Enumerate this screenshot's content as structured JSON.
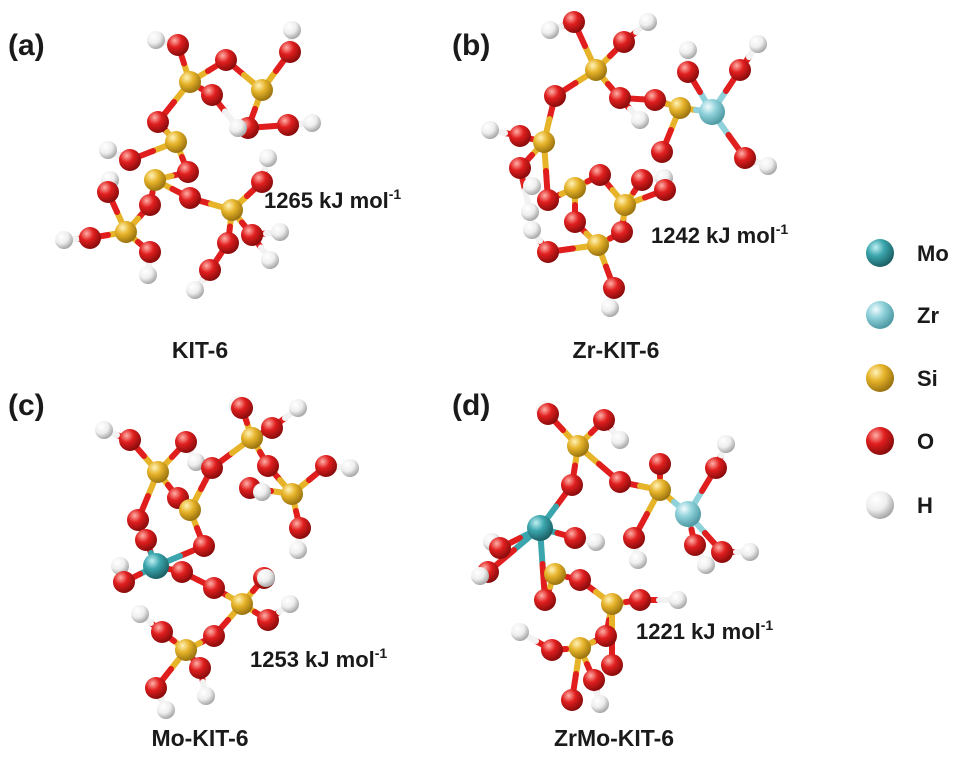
{
  "colors": {
    "Mo": "#3aa5ac",
    "Zr": "#8fd1da",
    "Si": "#e6b329",
    "O": "#e01e1e",
    "H": "#f2f2f2"
  },
  "panels": [
    {
      "id": "a",
      "label": "(a)",
      "name": "KIT-6",
      "energy": "1265 kJ mol",
      "energy_sup": "-1"
    },
    {
      "id": "b",
      "label": "(b)",
      "name": "Zr-KIT-6",
      "energy": "1242 kJ mol",
      "energy_sup": "-1"
    },
    {
      "id": "c",
      "label": "(c)",
      "name": "Mo-KIT-6",
      "energy": "1253 kJ mol",
      "energy_sup": "-1"
    },
    {
      "id": "d",
      "label": "(d)",
      "name": "ZrMo-KIT-6",
      "energy": "1221 kJ mol",
      "energy_sup": "-1"
    }
  ],
  "legend": [
    {
      "element": "Mo",
      "label": "Mo"
    },
    {
      "element": "Zr",
      "label": "Zr"
    },
    {
      "element": "Si",
      "label": "Si"
    },
    {
      "element": "O",
      "label": "O"
    },
    {
      "element": "H",
      "label": "H"
    }
  ]
}
